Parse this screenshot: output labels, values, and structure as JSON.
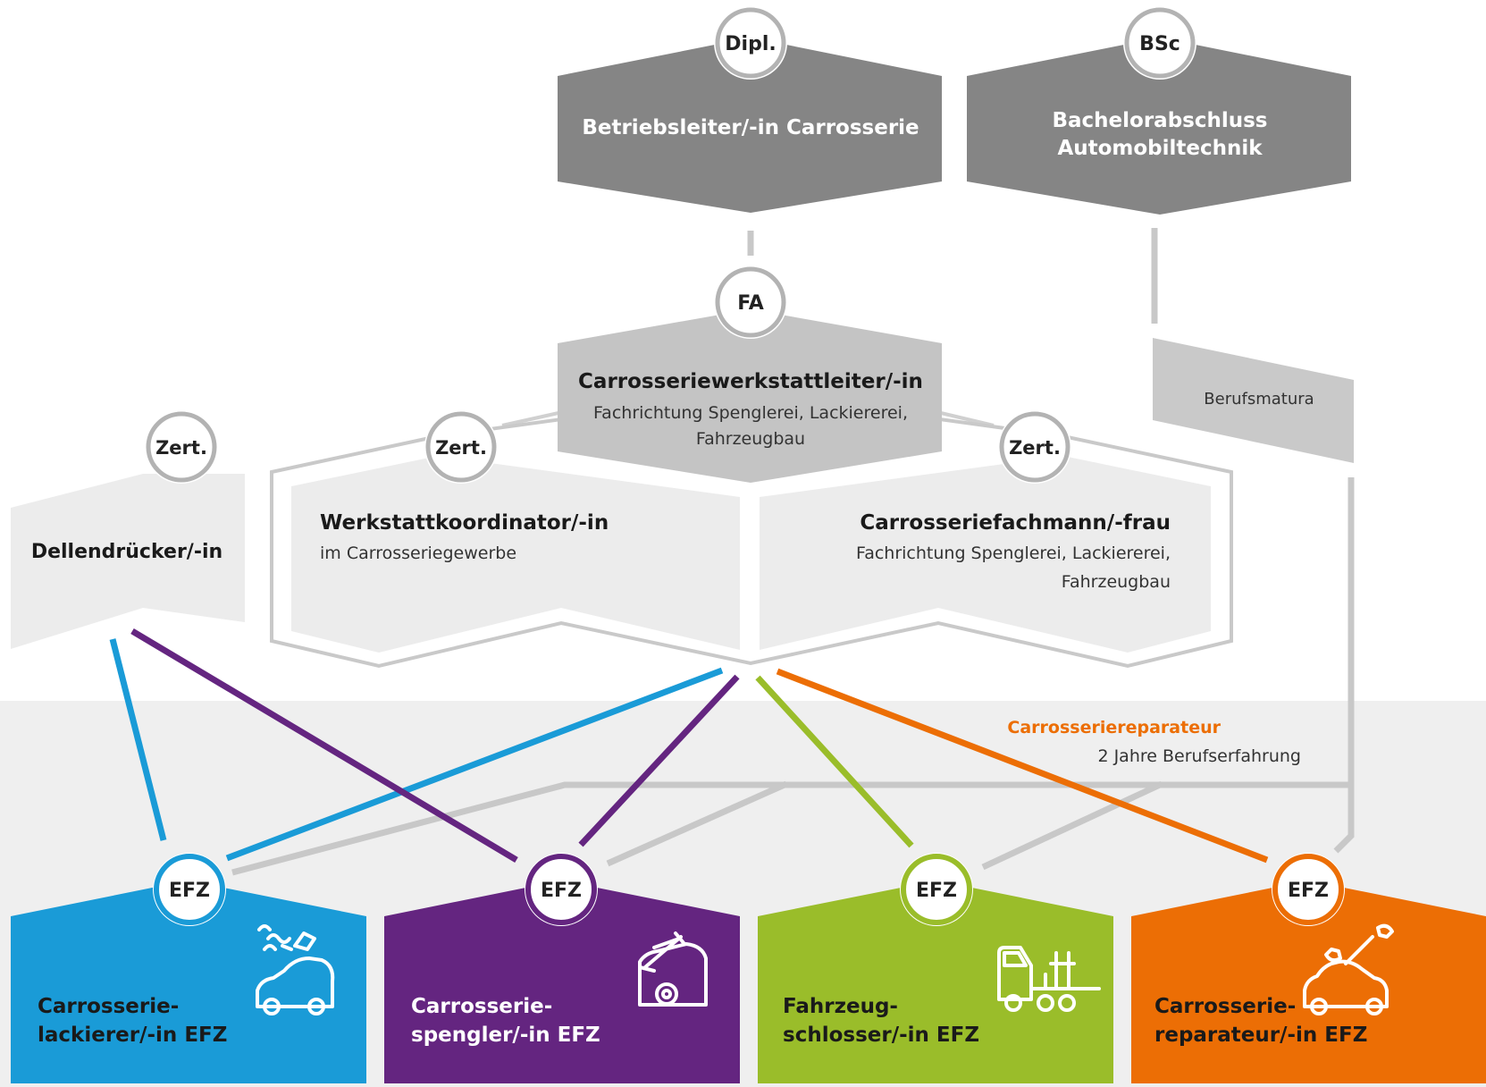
{
  "colors": {
    "dark_gray": "#858585",
    "mid_gray": "#c4c4c4",
    "light_gray": "#ececec",
    "outline_gray": "#c9c9c9",
    "band_gray": "#efefef",
    "blue": "#1a9bd7",
    "purple": "#642580",
    "green": "#9abd2a",
    "orange": "#ec6e05"
  },
  "top": {
    "betriebsleiter": {
      "badge": "Dipl.",
      "title": "Betriebsleiter/-in Carrosserie"
    },
    "bachelor": {
      "badge": "BSc",
      "title_line1": "Bachelorabschluss",
      "title_line2": "Automobiltechnik"
    }
  },
  "middle": {
    "werkstattleiter": {
      "badge": "FA",
      "title": "Carrosseriewerkstattleiter/-in",
      "sub_line1": "Fachrichtung Spenglerei, Lackiererei,",
      "sub_line2": "Fahrzeugbau"
    },
    "berufsmatura": {
      "label": "Berufsmatura"
    }
  },
  "certificates": {
    "dellendruecker": {
      "badge": "Zert.",
      "title": "Dellendrücker/-in"
    },
    "werkstattkoordinator": {
      "badge": "Zert.",
      "title": "Werkstattkoordinator/-in",
      "sub": "im Carrosseriegewerbe"
    },
    "carrosseriefachmann": {
      "badge": "Zert.",
      "title": "Carrosseriefachmann/-frau",
      "sub_line1": "Fachrichtung Spenglerei, Lackiererei,",
      "sub_line2": "Fahrzeugbau"
    }
  },
  "note": {
    "title": "Carrosseriereparateur",
    "text": "2 Jahre Berufserfahrung"
  },
  "efz": [
    {
      "badge": "EFZ",
      "line1": "Carrosserie-",
      "line2": "lackierer/-in EFZ",
      "icon": "spray-gun-car-icon",
      "color": "#1a9bd7"
    },
    {
      "badge": "EFZ",
      "line1": "Carrosserie-",
      "line2": "spengler/-in EFZ",
      "icon": "hammer-car-icon",
      "color": "#642580"
    },
    {
      "badge": "EFZ",
      "line1": "Fahrzeug-",
      "line2": "schlosser/-in EFZ",
      "icon": "truck-icon",
      "color": "#9abd2a"
    },
    {
      "badge": "EFZ",
      "line1": "Carrosserie-",
      "line2": "reparateur/-in EFZ",
      "icon": "wrench-car-icon",
      "color": "#ec6e05"
    }
  ]
}
